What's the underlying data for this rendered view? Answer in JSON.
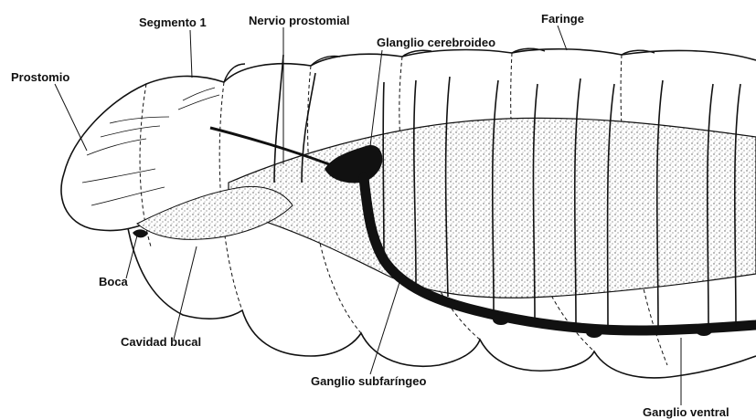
{
  "labels": {
    "segmento": "Segmento 1",
    "nervio_prostomial": "Nervio prostomial",
    "glanglio_cerebroideo": "Glanglio cerebroideo",
    "faringe": "Faringe",
    "prostomio": "Prostomio",
    "boca": "Boca",
    "cavidad_bucal": "Cavidad bucal",
    "ganglio_subfaringeo": "Ganglio subfaríngeo",
    "ganglio_ventral": "Ganglio ventral"
  },
  "colors": {
    "ink": "#111111",
    "stipple": "#9a9a9a",
    "paper": "#ffffff"
  }
}
